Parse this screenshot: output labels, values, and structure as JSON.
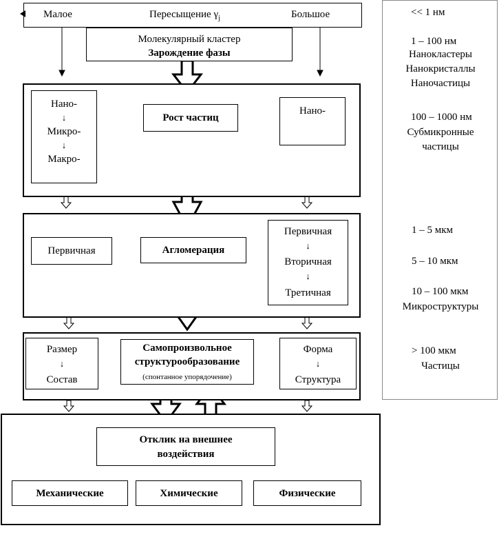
{
  "top_bar": {
    "left": "Малое",
    "middle": "Пересыщение",
    "middle_symbol": "γ",
    "middle_sub": "j",
    "right": "Большое"
  },
  "nucleation": {
    "line1": "Молекулярный кластер",
    "line2": "Зарождение фазы"
  },
  "growth": {
    "left": [
      "Нано-",
      "↓",
      "Микро-",
      "↓",
      "Макро-"
    ],
    "center": "Рост частиц",
    "right": "Нано-"
  },
  "agglomeration": {
    "left": "Первичная",
    "center": "Агломерация",
    "right": [
      "Первичная",
      "↓",
      "Вторичная",
      "↓",
      "Третичная"
    ]
  },
  "self_org": {
    "left": [
      "Размер",
      "↓",
      "Состав"
    ],
    "center_line1": "Самопроизвольное",
    "center_line2": "структурообразование",
    "center_note": "(спонтанное упорядочение)",
    "right": [
      "Форма",
      "↓",
      "Структура"
    ]
  },
  "response": {
    "title_line1": "Отклик на внешнее",
    "title_line2": "воздействия",
    "items": [
      "Механические",
      "Химические",
      "Физические"
    ]
  },
  "scale": [
    {
      "range": "<< 1 нм",
      "desc": []
    },
    {
      "range": "1 – 100 нм",
      "desc": [
        "Нанокластеры",
        "Нанокристаллы",
        "Наночастицы"
      ]
    },
    {
      "range": "100 – 1000 нм",
      "desc": [
        "Субмикронные",
        "частицы"
      ]
    },
    {
      "range": "1 – 5 мкм",
      "desc": []
    },
    {
      "range": "5 – 10 мкм",
      "desc": []
    },
    {
      "range": "10 – 100 мкм",
      "desc": [
        "Микроструктуры"
      ]
    },
    {
      "range": "> 100 мкм",
      "desc": [
        "Частицы"
      ]
    }
  ]
}
